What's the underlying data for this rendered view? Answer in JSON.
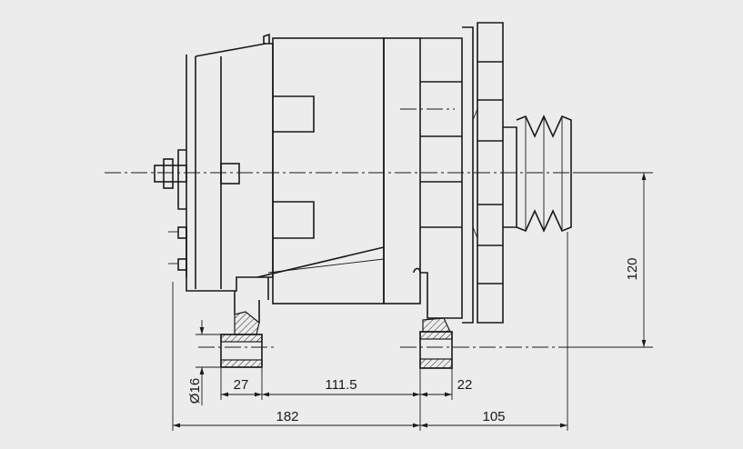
{
  "dimensions": {
    "d16": "Ø16",
    "d27": "27",
    "d111_5": "111.5",
    "d22": "22",
    "d182": "182",
    "d105": "105",
    "d120": "120"
  }
}
